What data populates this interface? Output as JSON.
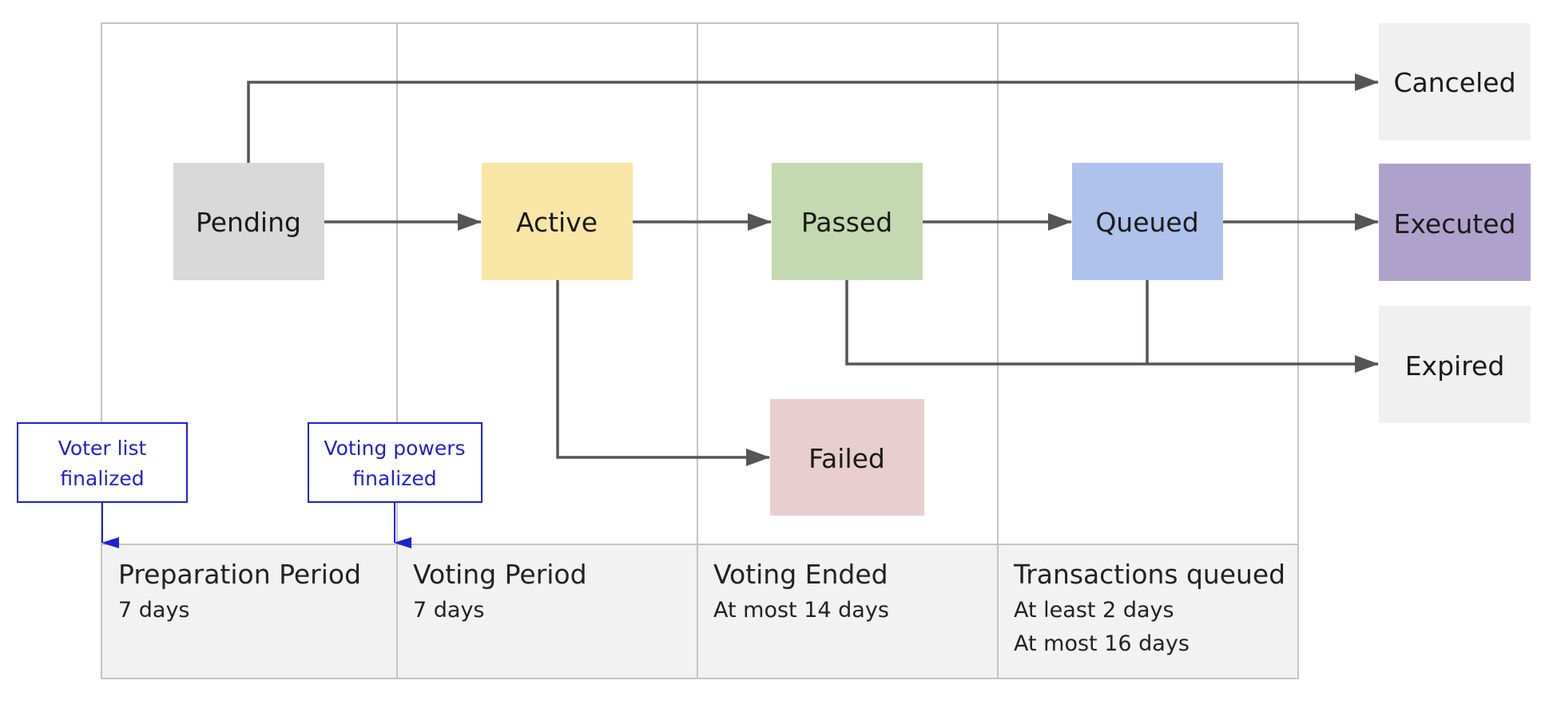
{
  "states": {
    "pending": "Pending",
    "active": "Active",
    "passed": "Passed",
    "queued": "Queued",
    "failed": "Failed",
    "canceled": "Canceled",
    "executed": "Executed",
    "expired": "Expired"
  },
  "periods": {
    "preparation": {
      "title": "Preparation Period",
      "lines": [
        "7 days"
      ]
    },
    "voting": {
      "title": "Voting Period",
      "lines": [
        "7 days"
      ]
    },
    "ended": {
      "title": "Voting Ended",
      "lines": [
        "At most 14 days"
      ]
    },
    "queued": {
      "title": "Transactions queued",
      "lines": [
        "At least 2 days",
        "At most 16 days"
      ]
    }
  },
  "notes": {
    "voter_list": [
      "Voter list",
      "finalized"
    ],
    "voting_powers": [
      "Voting powers",
      "finalized"
    ]
  },
  "colors": {
    "pending": "#d9d9d9",
    "active": "#f9e6a6",
    "passed": "#c4d9b1",
    "queued": "#aec2ec",
    "failed": "#e9ced0",
    "canceled": "#f0f0f0",
    "executed": "#aea2cc",
    "expired": "#f0f0f0",
    "period_band": "#f2f2f2",
    "grid": "#c4c4c4",
    "arrow": "#555555",
    "note": "#1f22cc"
  }
}
